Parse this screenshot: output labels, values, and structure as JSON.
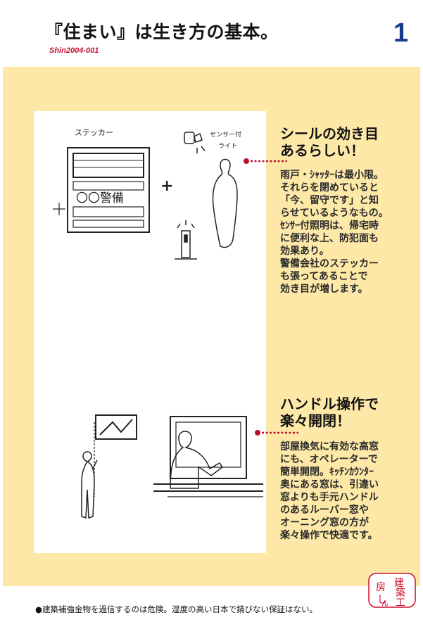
{
  "header": {
    "title": "『住まい』は生き方の基本。",
    "code": "Shin2004-001",
    "page_number": "1"
  },
  "colors": {
    "panel": "#fde8a8",
    "accent_red": "#c8102e",
    "page_number_blue": "#163a8c"
  },
  "section1": {
    "heading_lines": [
      "シールの効き目",
      "あるらしい！"
    ],
    "body_lines": [
      "雨戸・ｼｬｯﾀｰは最小限。",
      "それらを閉めていると",
      "「今、留守です」と知",
      "らせているようなもの。",
      "ｾﾝｻｰ付照明は、帰宅時",
      "に便利な上、防犯面も",
      "効果あり。",
      "警備会社のステッカー",
      "も張ってあることで",
      "効き目が増します。"
    ],
    "illustration_labels": {
      "sticker": "ステッカー",
      "sensor_line1": "センサー付",
      "sensor_line2": "ライト",
      "keibi": "〇〇警備",
      "plus": "+"
    }
  },
  "section2": {
    "heading_lines": [
      "ハンドル操作で",
      "楽々開閉！"
    ],
    "body_lines": [
      "部屋換気に有効な高窓",
      "にも、オペレーターで",
      "簡単開閉。ｷｯﾁﾝｶｳﾝﾀｰ",
      "奥にある窓は、引違い",
      "窓よりも手元ハンドル",
      "のあるルーバー窓や",
      "オーニング窓の方が",
      "楽々操作で快適です。"
    ]
  },
  "footer": {
    "note": "●建築補強金物を過信するのは危険。湿度の高い日本で錆びない保証はない。",
    "stamp_chars": [
      "房",
      "建",
      "し",
      "築",
      "ん",
      "工"
    ]
  }
}
